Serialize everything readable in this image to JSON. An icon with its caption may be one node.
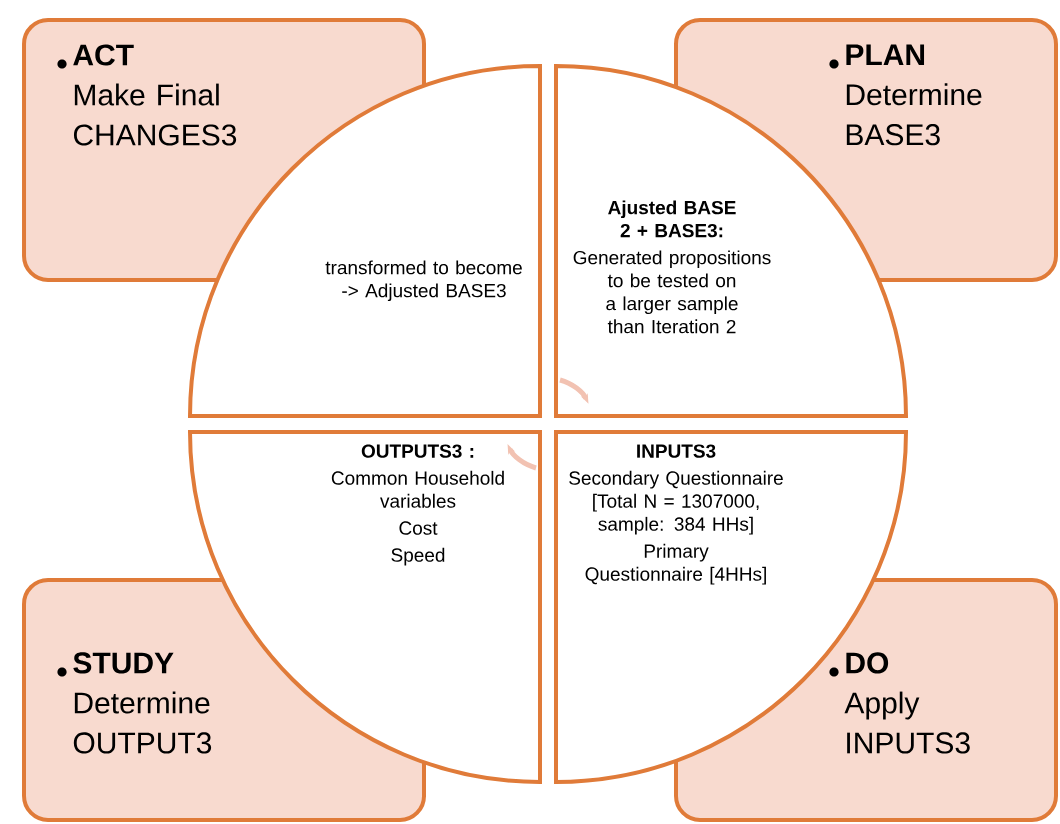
{
  "diagram": {
    "nodes": [
      {
        "text": [
          "ACT",
          "Make Final CHANGES3"
        ]
      },
      {
        "text": [
          "PLAN",
          "Determine BASE3"
        ]
      },
      {
        "text": [
          "transformed to become -> Adjusted BASE3"
        ]
      },
      {
        "text": [
          "Ajusted BASE 2 + BASE3:",
          "Generated propositions to be tested on a larger sample than Iteration 2"
        ]
      },
      {
        "text": [
          "OUTPUTS3 :",
          "Common Household variables",
          "Cost",
          "Speed"
        ]
      },
      {
        "text": [
          "INPUTS3",
          "Secondary Questionnaire [Total N = 1307000, sample: 384 HHs]",
          "Primary Questionnaire [4HHs]"
        ]
      },
      {
        "text": [
          "STUDY",
          "Determine OUTPUT3"
        ]
      },
      {
        "text": [
          "DO",
          "Apply INPUTS3"
        ]
      }
    ]
  }
}
